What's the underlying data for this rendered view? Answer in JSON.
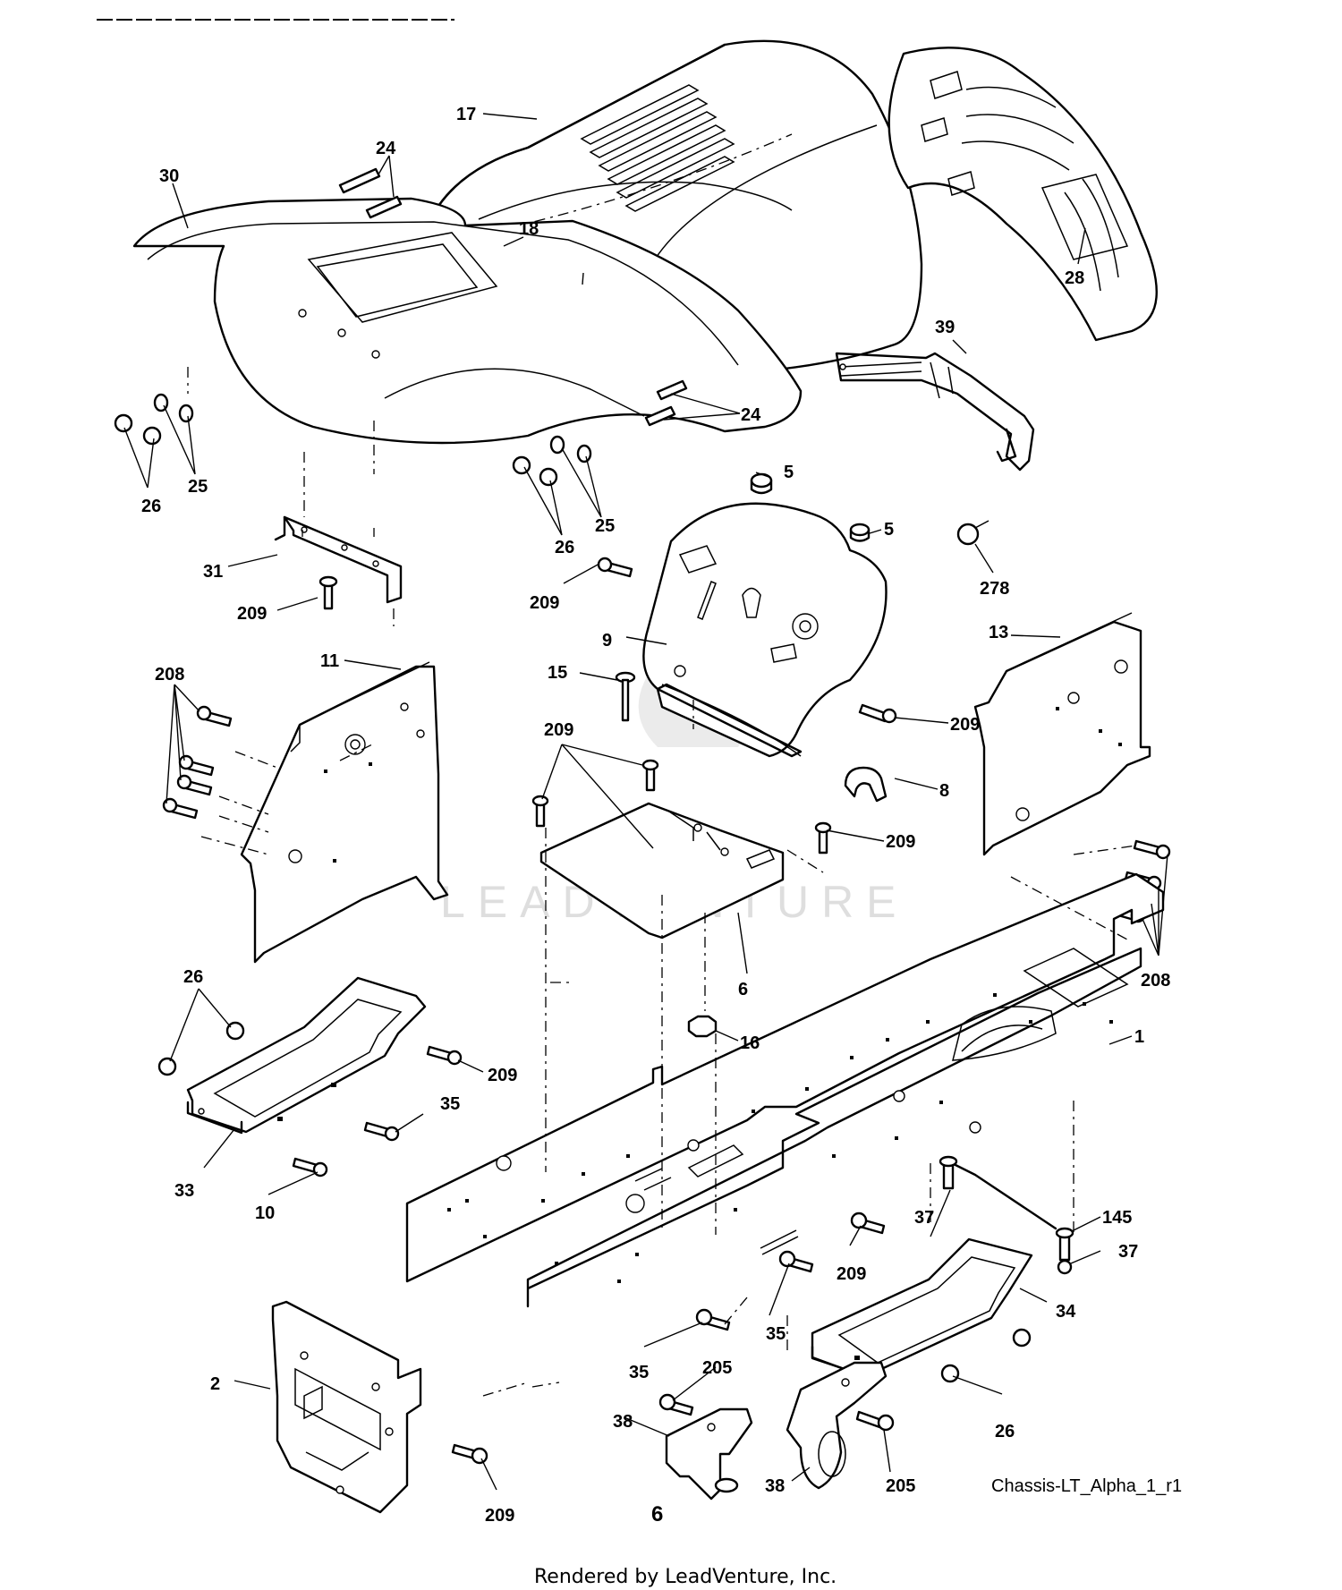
{
  "diagram": {
    "label": "Chassis-LT_Alpha_1_r1",
    "page_number": "6",
    "footer": "Rendered by LeadVenture, Inc.",
    "watermark": "LEADVENTURE",
    "callouts": {
      "c17": "17",
      "c24a": "24",
      "c30": "30",
      "c18": "18",
      "c28": "28",
      "c39": "39",
      "c24b": "24",
      "c26a": "26",
      "c25a": "25",
      "c26b": "26",
      "c25b": "25",
      "c5a": "5",
      "c5b": "5",
      "c278": "278",
      "c31": "31",
      "c209a": "209",
      "c209b": "209",
      "c9": "9",
      "c13": "13",
      "c208a": "208",
      "c11": "11",
      "c15": "15",
      "c209c": "209",
      "c209d": "209",
      "c8": "8",
      "c209e": "209",
      "c6": "6",
      "c208b": "208",
      "c26c": "26",
      "c209f": "209",
      "c16": "16",
      "c1": "1",
      "c35a": "35",
      "c33": "33",
      "c10": "10",
      "c145": "145",
      "c37a": "37",
      "c37b": "37",
      "c209g": "209",
      "c34": "34",
      "c35b": "35",
      "c35c": "35",
      "c205a": "205",
      "c2": "2",
      "c38a": "38",
      "c26d": "26",
      "c209h": "209",
      "c38b": "38",
      "c205b": "205"
    }
  }
}
